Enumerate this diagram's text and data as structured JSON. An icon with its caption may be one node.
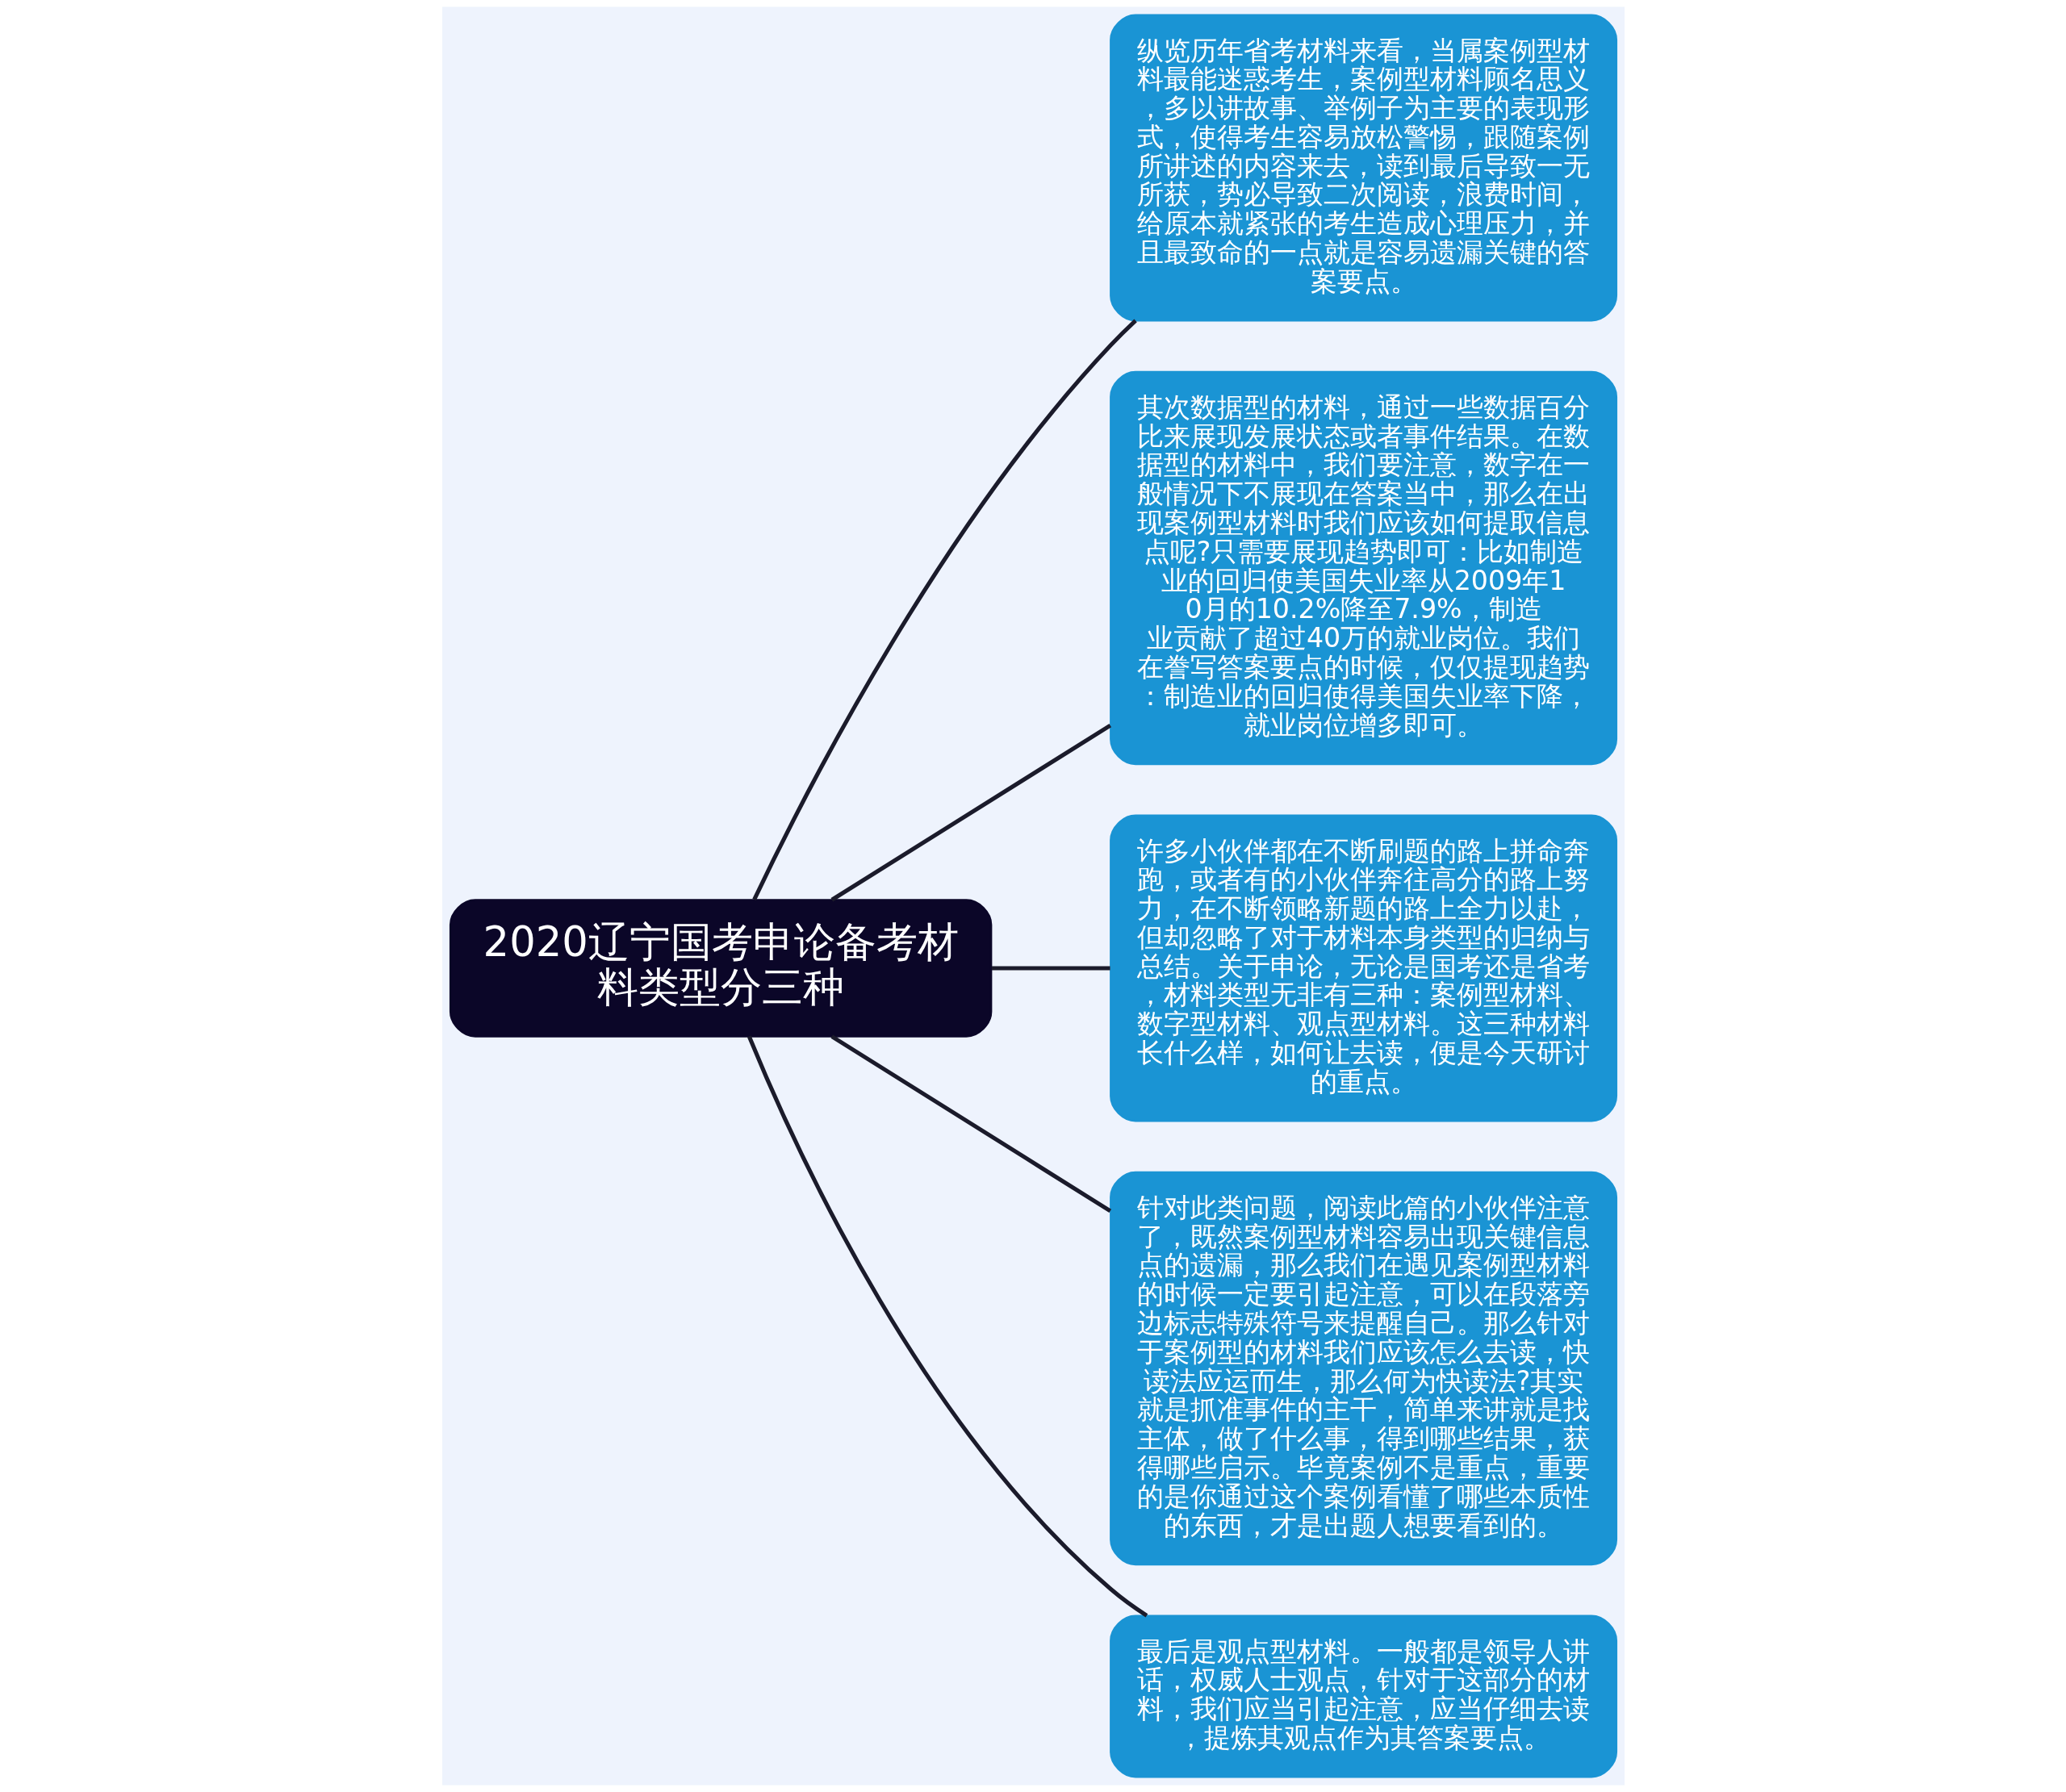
{
  "diagram": {
    "nodes": [
      {
        "text": [
          "2020辽宁国考申论备考材料类型分三种"
        ]
      },
      {
        "text": [
          "纵览历年省考材料来看，当属案例型材料最能迷惑考生，案例型材料顾名思义，多以讲故事、举例子为主要的表现形式，使得考生容易放松警惕，跟随案例所讲述的内容来去，读到最后导致一无所获，势必导致二次阅读，浪费时间，给原本就紧张的考生造成心理压力，并且最致命的一点就是容易遗漏关键的答案要点。"
        ]
      },
      {
        "text": [
          "其次数据型的材料，通过一些数据百分比来展现发展状态或者事件结果。在数据型的材料中，我们要注意，数字在一般情况下不展现在答案当中，那么在出现案例型材料时我们应该如何提取信息点呢?只需要展现趋势即可：比如制造业的回归使美国失业率从2009年10月的10.2%降至7.9%，制造业贡献了超过40万的就业岗位。我们在誊写答案要点的时候，仅仅提现趋势：制造业的回归使得美国失业率下降，就业岗位增多即可。"
        ]
      },
      {
        "text": [
          "许多小伙伴都在不断刷题的路上拼命奔跑，或者有的小伙伴奔往高分的路上努力，在不断领略新题的路上全力以赴，但却忽略了对于材料本身类型的归纳与总结。关于申论，无论是国考还是省考，材料类型无非有三种：案例型材料、数字型材料、观点型材料。这三种材料长什么样，如何让去读，便是今天研讨的重点。"
        ]
      },
      {
        "text": [
          "针对此类问题，阅读此篇的小伙伴注意了，既然案例型材料容易出现关键信息点的遗漏，那么我们在遇见案例型材料的时候一定要引起注意，可以在段落旁边标志特殊符号来提醒自己。那么针对于案例型的材料我们应该怎么去读，快读法应运而生，那么何为快读法?其实就是抓准事件的主干，简单来讲就是找主体，做了什么事，得到哪些结果，获得哪些启示。毕竟案例不是重点，重要的是你通过这个案例看懂了哪些本质性的东西，才是出题人想要看到的。"
        ]
      },
      {
        "text": [
          "最后是观点型材料。一般都是领导人讲话，权威人士观点，针对于这部分的材料，我们应当引起注意，应当仔细去读，提炼其观点作为其答案要点。"
        ]
      }
    ],
    "edges": [
      {
        "from": 0,
        "to": 1,
        "arrow": "none"
      },
      {
        "from": 0,
        "to": 2,
        "arrow": "none"
      },
      {
        "from": 0,
        "to": 3,
        "arrow": "none"
      },
      {
        "from": 0,
        "to": 4,
        "arrow": "none"
      },
      {
        "from": 0,
        "to": 5,
        "arrow": "none"
      }
    ]
  }
}
